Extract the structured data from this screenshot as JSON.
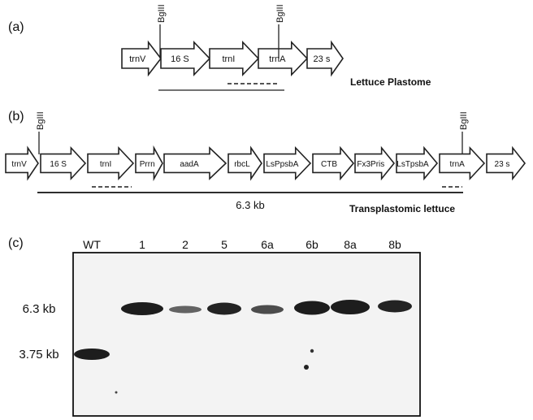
{
  "panel_a": {
    "label": "(a)",
    "site_label": "BgIII",
    "genes": [
      "trnV",
      "16 S",
      "trnI",
      "trnA",
      "23 s"
    ],
    "caption": "Lettuce Plastome"
  },
  "panel_b": {
    "label": "(b)",
    "site_label": "BgIII",
    "genes": [
      "trnV",
      "16 S",
      "trnI",
      "Prrn",
      "aadA",
      "rbcL",
      "LsPpsbA",
      "CTB",
      "Fx3Pris",
      "LsTpsbA",
      "trnA",
      "23 s"
    ],
    "fragment_label": "6.3 kb",
    "caption": "Transplastomic lettuce"
  },
  "panel_c": {
    "label": "(c)",
    "lanes": [
      "WT",
      "1",
      "2",
      "5",
      "6a",
      "6b",
      "8a",
      "8b"
    ],
    "size_markers": [
      "6.3 kb",
      "3.75 kb"
    ]
  },
  "colors": {
    "background": "#ffffff",
    "ink": "#111111",
    "blot": "#f3f3f3",
    "band": "#111111"
  }
}
